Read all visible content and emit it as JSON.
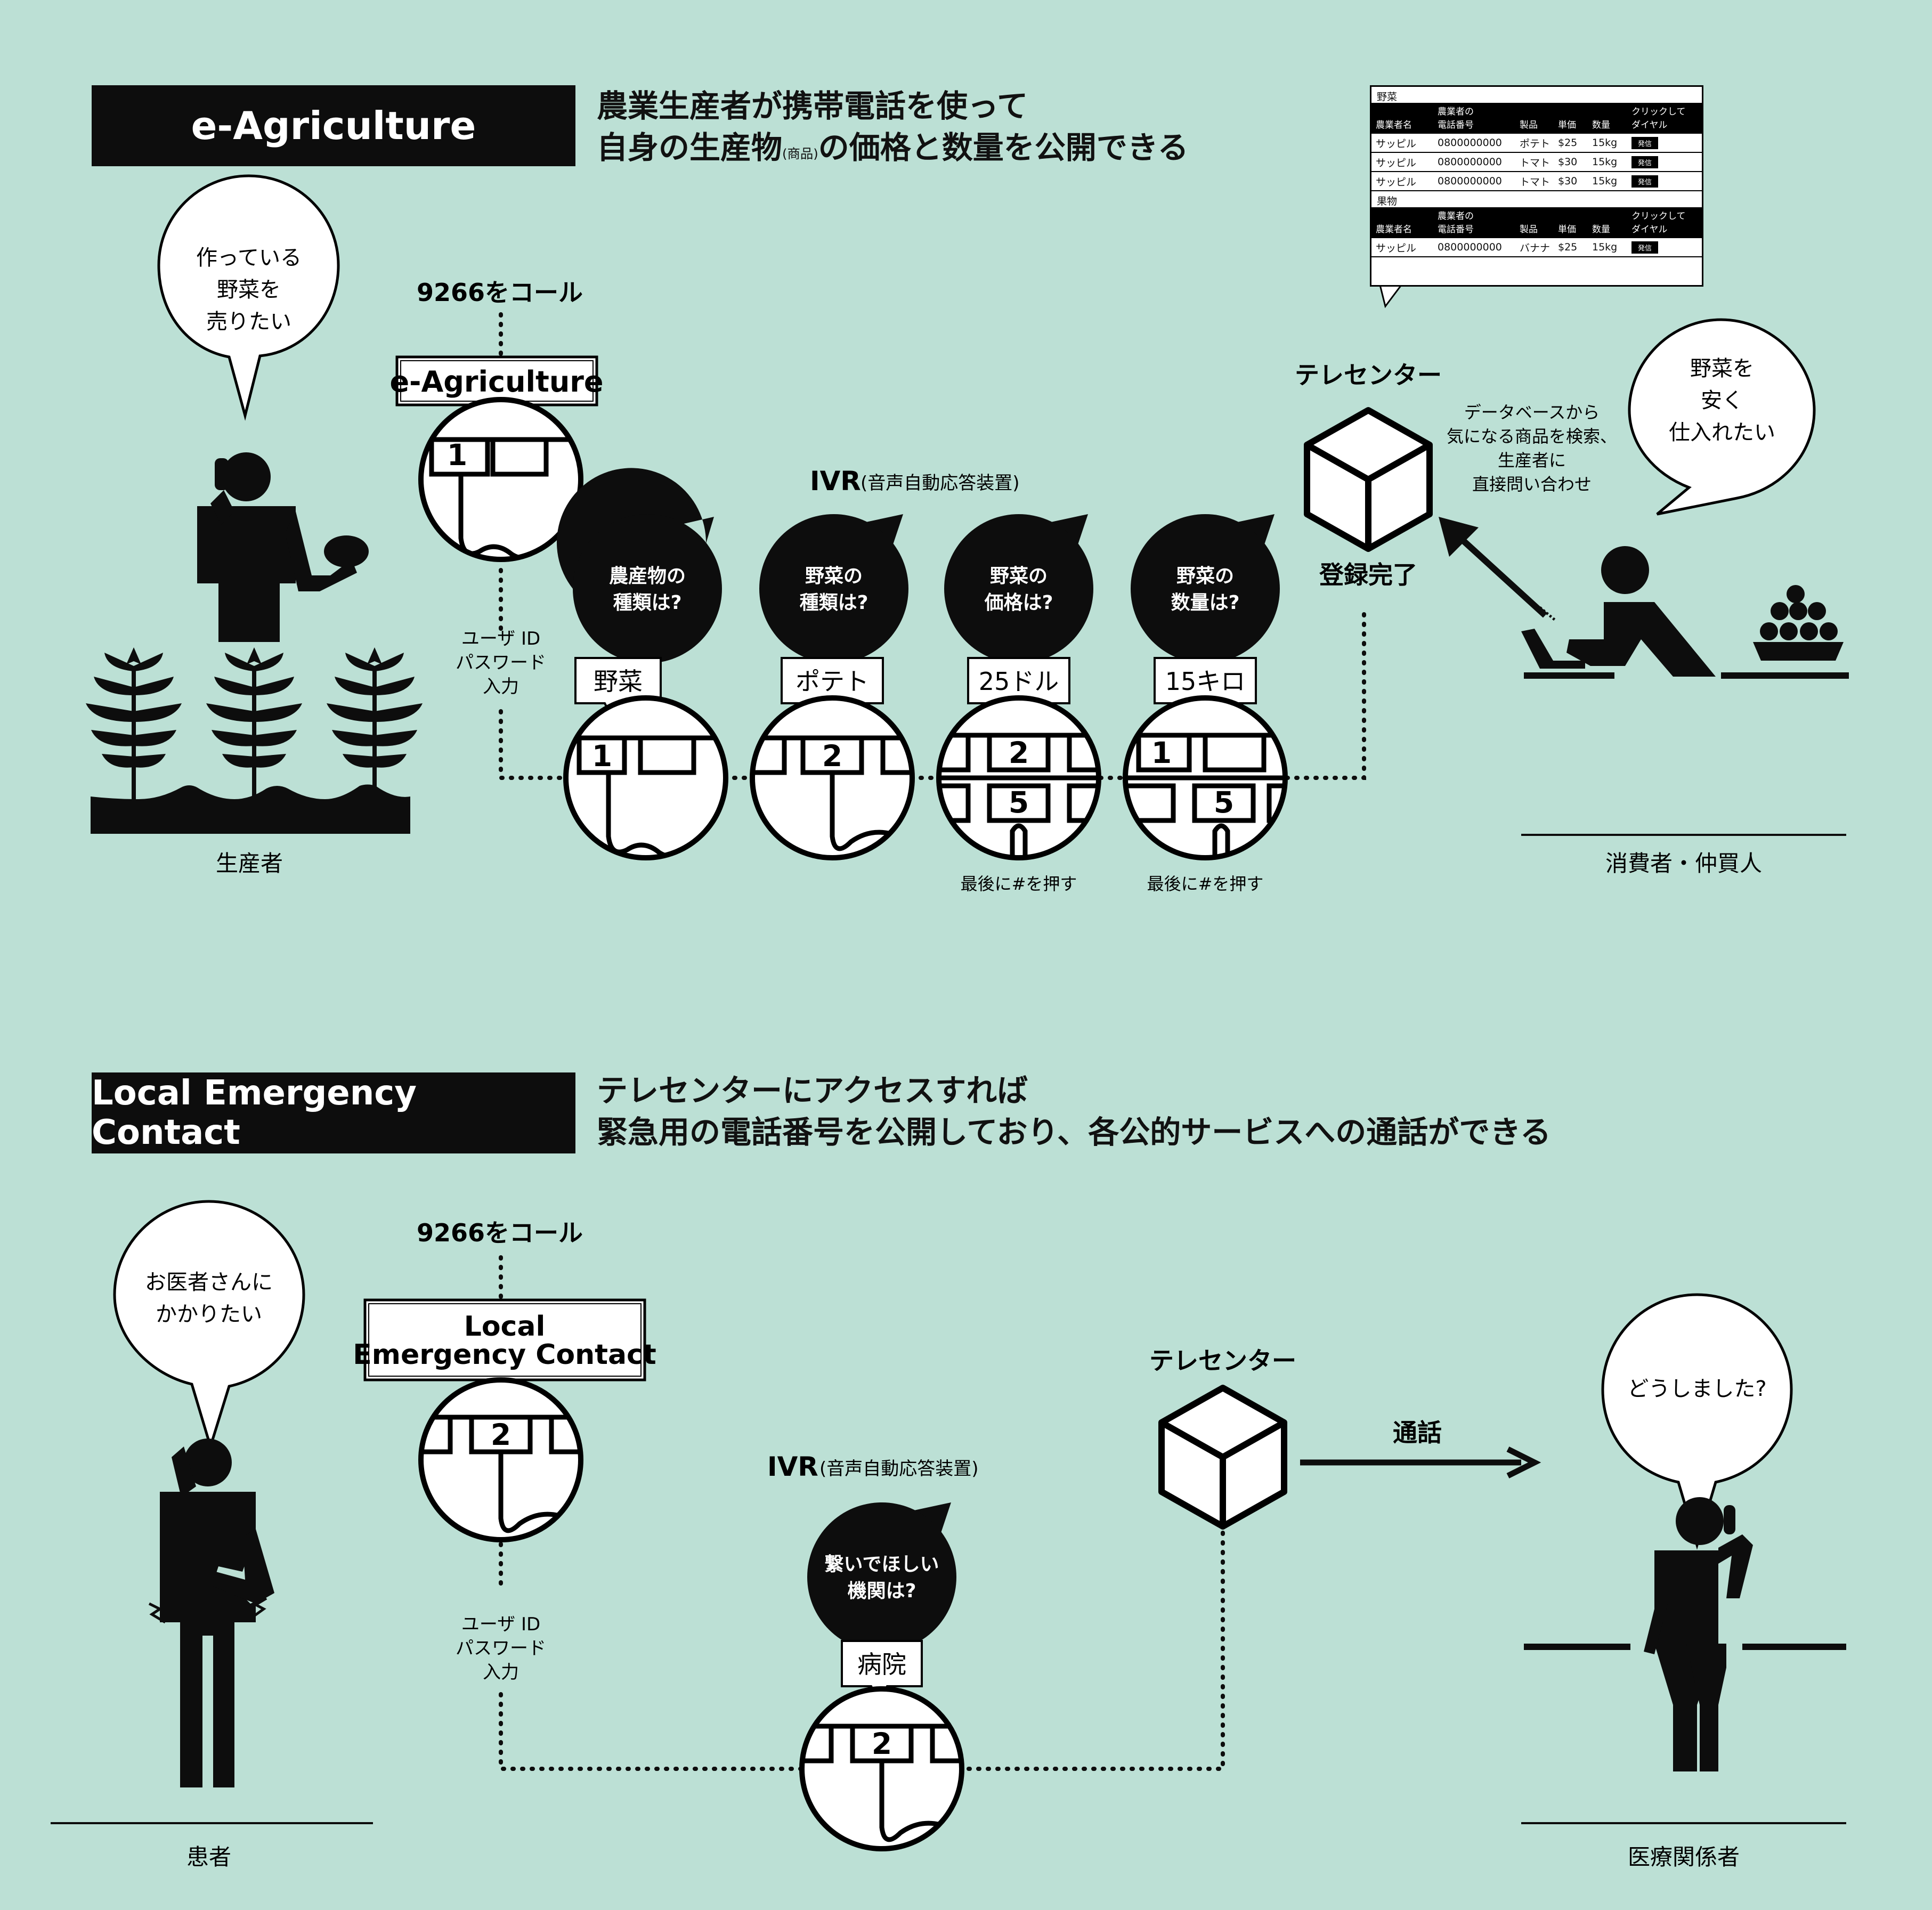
{
  "section1": {
    "title": "e-Agriculture",
    "heading_line1": "農業生産者が携帯電話を使って",
    "heading_line2_pre": "自身の生産物",
    "heading_line2_small": "(商品)",
    "heading_line2_post": "の価格と数量を公開できる",
    "farmer_bubble": [
      "作っている",
      "野菜を",
      "売りたい"
    ],
    "farmer_label": "生産者",
    "call_label": "9266をコール",
    "app_sign": "e-Agriculture",
    "login_note": [
      "ユーザ ID",
      "パスワード",
      "入力"
    ],
    "ivr_label": "IVR",
    "ivr_note": "(音声自動応答装置)",
    "steps": [
      {
        "question": [
          "農産物の",
          "種類は?"
        ],
        "answer": "野菜"
      },
      {
        "question": [
          "野菜の",
          "種類は?"
        ],
        "answer": "ポテト"
      },
      {
        "question": [
          "野菜の",
          "価格は?"
        ],
        "answer": "25ドル"
      },
      {
        "question": [
          "野菜の",
          "数量は?"
        ],
        "answer": "15キロ"
      }
    ],
    "hash_note": "最後に#を押す",
    "telecenter_label": "テレセンター",
    "registration_done": "登録完了",
    "search_note": [
      "データベースから",
      "気になる商品を検索、",
      "生産者に",
      "直接問い合わせ"
    ],
    "consumer_bubble": [
      "野菜を",
      "安く",
      "仕入れたい"
    ],
    "consumer_label": "消費者・仲買人",
    "table": {
      "cat1": "野菜",
      "cat2": "果物",
      "headers": [
        "農業者名",
        "農業者の電話番号",
        "製品",
        "単価",
        "数量",
        "クリックしてダイヤル"
      ],
      "header_lines": [
        [
          "農業者名"
        ],
        [
          "農業者の",
          "電話番号"
        ],
        [
          "製品"
        ],
        [
          "単価"
        ],
        [
          "数量"
        ],
        [
          "クリックして",
          "ダイヤル"
        ]
      ],
      "rows1": [
        [
          "サッピル",
          "0800000000",
          "ポテト",
          "$25",
          "15kg",
          "発信"
        ],
        [
          "サッピル",
          "0800000000",
          "トマト",
          "$30",
          "15kg",
          "発信"
        ],
        [
          "サッピル",
          "0800000000",
          "トマト",
          "$30",
          "15kg",
          "発信"
        ]
      ],
      "rows2": [
        [
          "サッピル",
          "0800000000",
          "バナナ",
          "$25",
          "15kg",
          "発信"
        ]
      ]
    }
  },
  "section2": {
    "title": "Local Emergency Contact",
    "heading_line1": "テレセンターにアクセスすれば",
    "heading_line2": "緊急用の電話番号を公開しており、各公的サービスへの通話ができる",
    "patient_bubble": [
      "お医者さんに",
      "かかりたい"
    ],
    "patient_label": "患者",
    "call_label": "9266をコール",
    "app_sign": [
      "Local",
      "Emergency Contact"
    ],
    "login_note": [
      "ユーザ ID",
      "パスワード",
      "入力"
    ],
    "ivr_label": "IVR",
    "ivr_note": "(音声自動応答装置)",
    "question": [
      "繋いでほしい",
      "機関は?"
    ],
    "answer": "病院",
    "telecenter_label": "テレセンター",
    "call_arrow_label": "通話",
    "doctor_bubble": "どうしました?",
    "doctor_label": "医療関係者"
  }
}
